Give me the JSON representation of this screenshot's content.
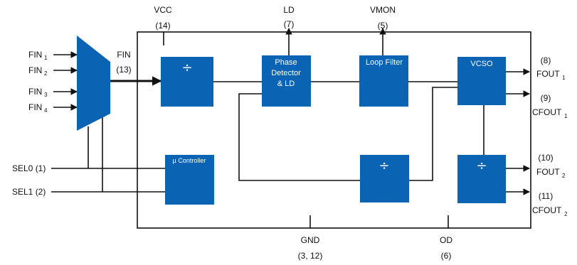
{
  "colors": {
    "block": "#0a63b3",
    "wire": "#111111",
    "block_text": "#ffffff"
  },
  "pins": {
    "vcc": {
      "name": "VCC",
      "num": "(14)"
    },
    "ld": {
      "name": "LD",
      "num": "(7)"
    },
    "vmon": {
      "name": "VMON",
      "num": "(5)"
    },
    "fin": {
      "name": "FIN",
      "num": "(13)"
    },
    "gnd": {
      "name": "GND",
      "num": "(3, 12)"
    },
    "od": {
      "name": "OD",
      "num": "(6)"
    },
    "sel0": "SEL0 (1)",
    "sel1": "SEL1 (2)",
    "fout1": {
      "num": "(8)",
      "name": "FOUT",
      "sub": "1"
    },
    "cfout1": {
      "num": "(9)",
      "name": "CFOUT",
      "sub": "1"
    },
    "fout2": {
      "num": "(10)",
      "name": "FOUT",
      "sub": "2"
    },
    "cfout2": {
      "num": "(11)",
      "name": "CFOUT",
      "sub": "2"
    }
  },
  "inputs": [
    {
      "name": "FIN",
      "sub": "1"
    },
    {
      "name": "FIN",
      "sub": "2"
    },
    {
      "name": "FIN",
      "sub": "3"
    },
    {
      "name": "FIN",
      "sub": "4"
    }
  ],
  "blocks": {
    "div1": "÷",
    "phase_detector": [
      "Phase",
      "Detector",
      "& LD"
    ],
    "loop_filter": "Loop Filter",
    "vcso": "VCSO",
    "controller": "µ Controller",
    "div2": "÷",
    "div3": "÷"
  }
}
